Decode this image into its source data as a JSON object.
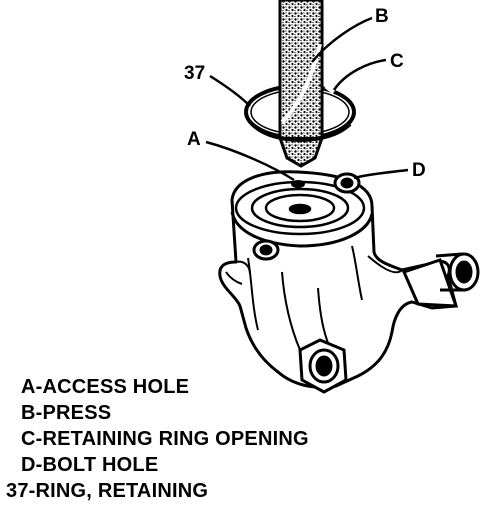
{
  "callouts": {
    "b": "B",
    "c": "C",
    "n37": "37",
    "a": "A",
    "d": "D"
  },
  "legend": [
    "A-ACCESS HOLE",
    "B-PRESS",
    "C-RETAINING RING OPENING",
    "D-BOLT HOLE",
    "37-RING, RETAINING"
  ],
  "colors": {
    "ink": "#000000",
    "paper": "#ffffff"
  }
}
